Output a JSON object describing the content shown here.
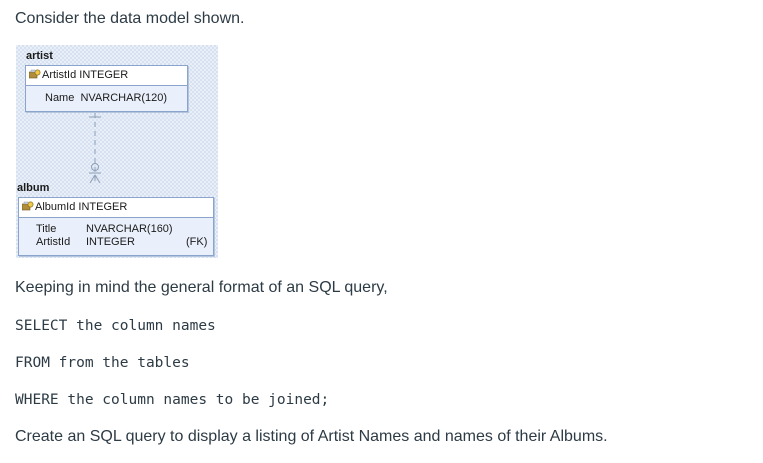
{
  "intro": "Consider the data model shown.",
  "diagram": {
    "artist": {
      "name": "artist",
      "pk": {
        "icon": "primary-key-icon",
        "field": "ArtistId",
        "type": "INTEGER"
      },
      "fields": [
        {
          "field": "Name",
          "type": "NVARCHAR(120)"
        }
      ]
    },
    "album": {
      "name": "album",
      "pk": {
        "icon": "primary-key-icon",
        "field": "AlbumId",
        "type": "INTEGER"
      },
      "fields": [
        {
          "field": "Title",
          "type": "NVARCHAR(160)",
          "note": ""
        },
        {
          "field": "ArtistId",
          "type": "INTEGER",
          "note": "(FK)"
        }
      ]
    },
    "relationship": "one-to-many"
  },
  "keeping": "Keeping in mind the general format of an SQL query,",
  "code_lines": [
    "SELECT the column names",
    "FROM from the tables",
    "WHERE the column names to be joined;"
  ],
  "task": "Create an SQL query to display a listing of Artist Names and names of their Albums."
}
